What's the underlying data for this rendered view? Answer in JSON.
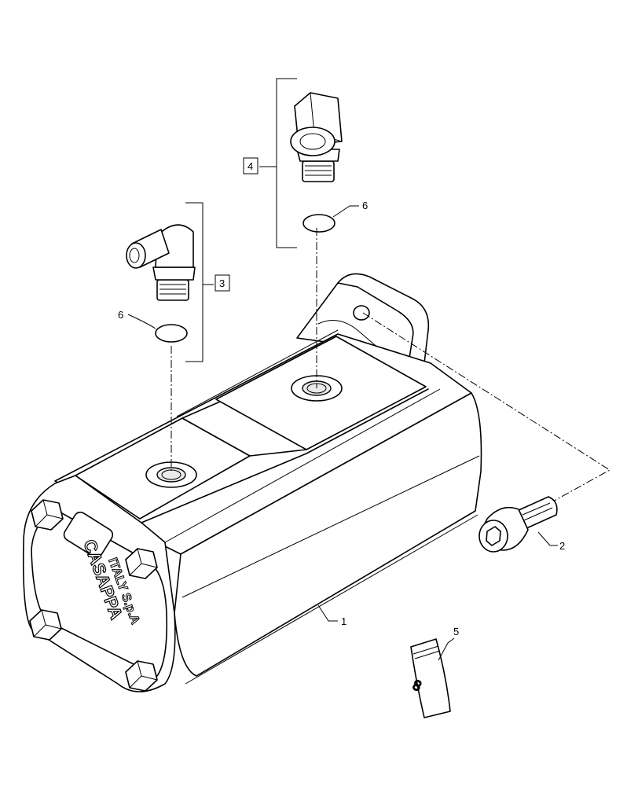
{
  "callouts": {
    "pump_body": "1",
    "cap_screw": "2",
    "elbow_fitting_left": "3",
    "elbow_fitting_right": "4",
    "parts_bag": "5",
    "o_ring_left": "6",
    "o_ring_right": "6"
  },
  "logo": {
    "brand": "CASAPPA",
    "subtitle": "ITALY S.p.A"
  },
  "bag_label": "ꝏ",
  "colors": {
    "line": "#000000",
    "background": "#ffffff"
  }
}
